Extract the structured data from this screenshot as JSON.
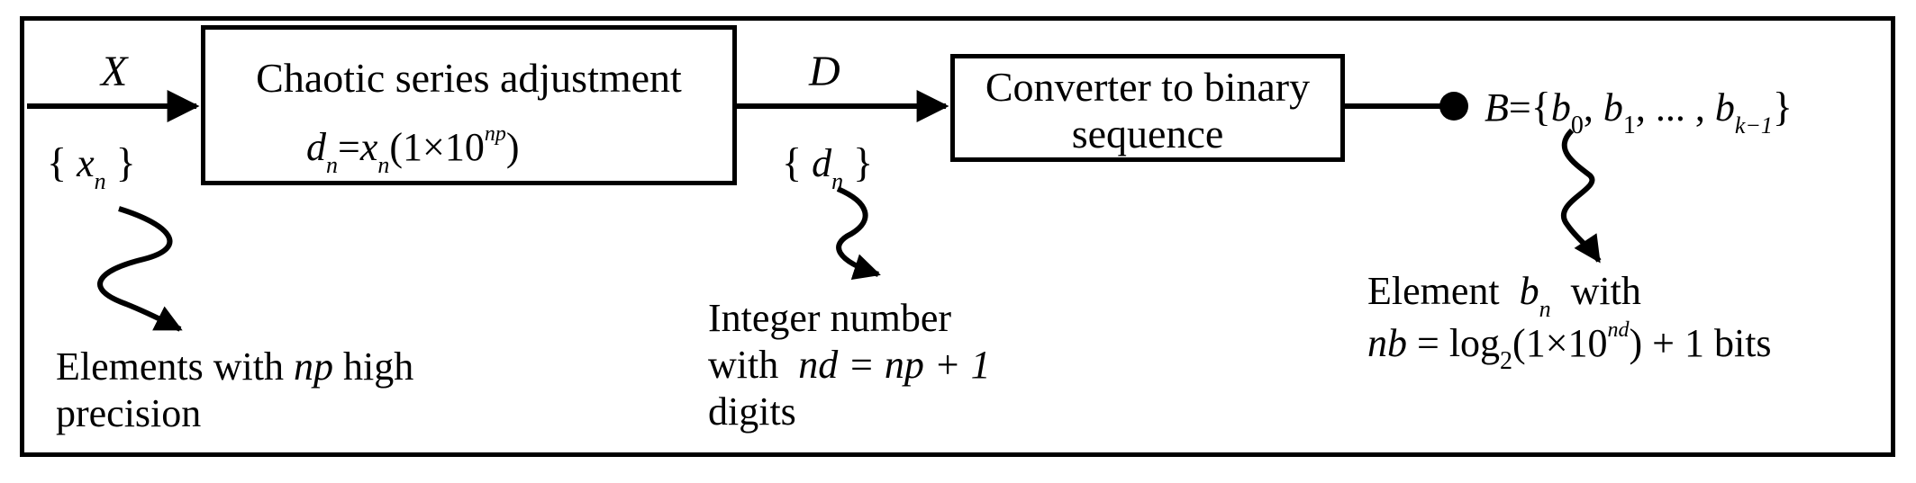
{
  "blocks": {
    "adjust": {
      "title": "Chaotic series adjustment"
    },
    "convert": {
      "line1": "Converter to binary",
      "line2": "sequence"
    }
  },
  "signals": {
    "input": {
      "symbol": "X",
      "set_open": "{",
      "var": "x",
      "sub": "n",
      "set_close": "}"
    },
    "mid": {
      "symbol": "D",
      "set_open": "{",
      "var": "d",
      "sub": "n",
      "set_close": "}"
    },
    "output": {
      "symbol": "B",
      "eq": "=",
      "open": "{",
      "b0": "b",
      "s0": "0",
      "b1": "b",
      "s1": "1",
      "dots": ", ... ,",
      "bk": "b",
      "sk": "k−1",
      "close": "}"
    }
  },
  "formula_adjust": {
    "lhs": "d",
    "lhs_sub": "n",
    "eq": "=",
    "var": "x",
    "var_sub": "n",
    "paren": "(1×10",
    "exp": "np",
    "close": ")"
  },
  "notes": {
    "input": {
      "text1": "Elements with ",
      "italic": "np",
      "text2": " high",
      "line2": "precision"
    },
    "mid": {
      "line1": "Integer number",
      "line2_pre": "with",
      "line2_math": "nd = np + 1",
      "line3": "digits"
    },
    "output": {
      "line1_pre": "Element",
      "line1_var": "b",
      "line1_sub": "n",
      "line1_post": "with",
      "line2_var": "nb",
      "line2_eq": " = log",
      "line2_sub": "2",
      "line2_rest": "(1×10",
      "line2_exp": "nd",
      "line2_close": ") + 1  bits"
    }
  },
  "colors": {
    "stroke": "#000000",
    "background": "#ffffff"
  }
}
